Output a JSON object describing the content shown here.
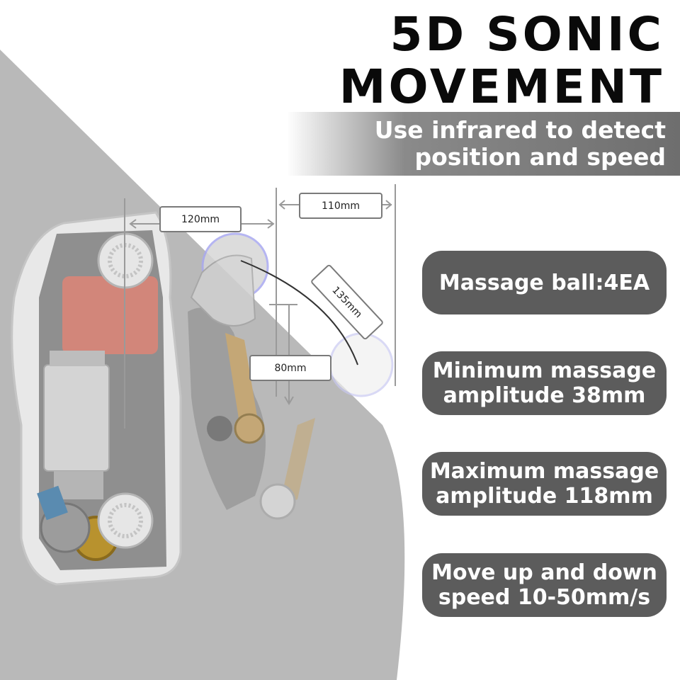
{
  "title": {
    "line1": "5D SONIC",
    "line2": "MOVEMENT"
  },
  "subtitle": {
    "line1": "Use infrared to detect",
    "line2": "position and speed"
  },
  "dimensions": {
    "width_left": "120mm",
    "width_right": "110mm",
    "diagonal": "135mm",
    "height": "80mm"
  },
  "features": [
    {
      "line1": "Massage ball:4EA",
      "line2": ""
    },
    {
      "line1": "Minimum massage",
      "line2": "amplitude 38mm"
    },
    {
      "line1": "Maximum massage",
      "line2": "amplitude 118mm"
    },
    {
      "line1": "Move up and down",
      "line2": "speed 10-50mm/s"
    }
  ],
  "colors": {
    "background_shape": "#b9b9b9",
    "pill": "#5c5c5c",
    "motor_housing": "#d2867a",
    "lever_arm": "#c7a56b",
    "massage_ball": "#e6e6e6"
  }
}
